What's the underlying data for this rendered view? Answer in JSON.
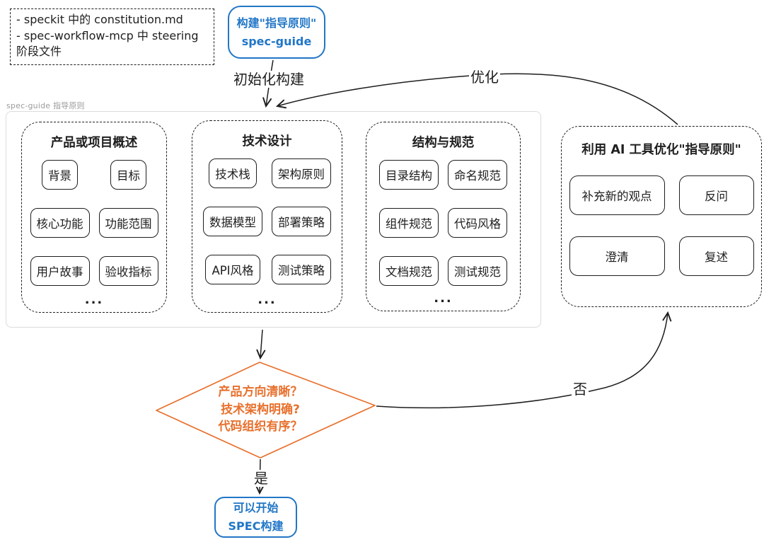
{
  "colors": {
    "stroke": "#1e1e1e",
    "accent_blue": "#2176c7",
    "accent_orange": "#e8702d",
    "container_border": "#dcdcdc",
    "label_gray": "#9b9b9b"
  },
  "note": {
    "lines": [
      "- speckit 中的 constitution.md",
      "- spec-workflow-mcp 中 steering",
      "阶段文件"
    ]
  },
  "start_node": {
    "lines": [
      "构建\"指导原则\"",
      "spec-guide"
    ]
  },
  "arrows": {
    "init_label": "初始化构建",
    "optimize_label": "优化",
    "no_label": "否",
    "yes_label": "是"
  },
  "guide_container": {
    "label": "spec-guide 指导原则",
    "columns": [
      {
        "title": "产品或项目概述",
        "items": [
          "背景",
          "目标",
          "核心功能",
          "功能范围",
          "用户故事",
          "验收指标"
        ],
        "more": "..."
      },
      {
        "title": "技术设计",
        "items": [
          "技术栈",
          "架构原则",
          "数据模型",
          "部署策略",
          "API风格",
          "测试策略"
        ],
        "more": "..."
      },
      {
        "title": "结构与规范",
        "items": [
          "目录结构",
          "命名规范",
          "组件规范",
          "代码风格",
          "文档规范",
          "测试规范"
        ],
        "more": "..."
      }
    ]
  },
  "ai_box": {
    "title": "利用 AI 工具优化\"指导原则\"",
    "items": [
      "补充新的观点",
      "反问",
      "澄清",
      "复述"
    ]
  },
  "decision": {
    "lines": [
      "产品方向清晰？",
      "技术架构明确?",
      "代码组织有序？"
    ]
  },
  "end_node": {
    "lines": [
      "可以开始",
      "SPEC构建"
    ]
  }
}
